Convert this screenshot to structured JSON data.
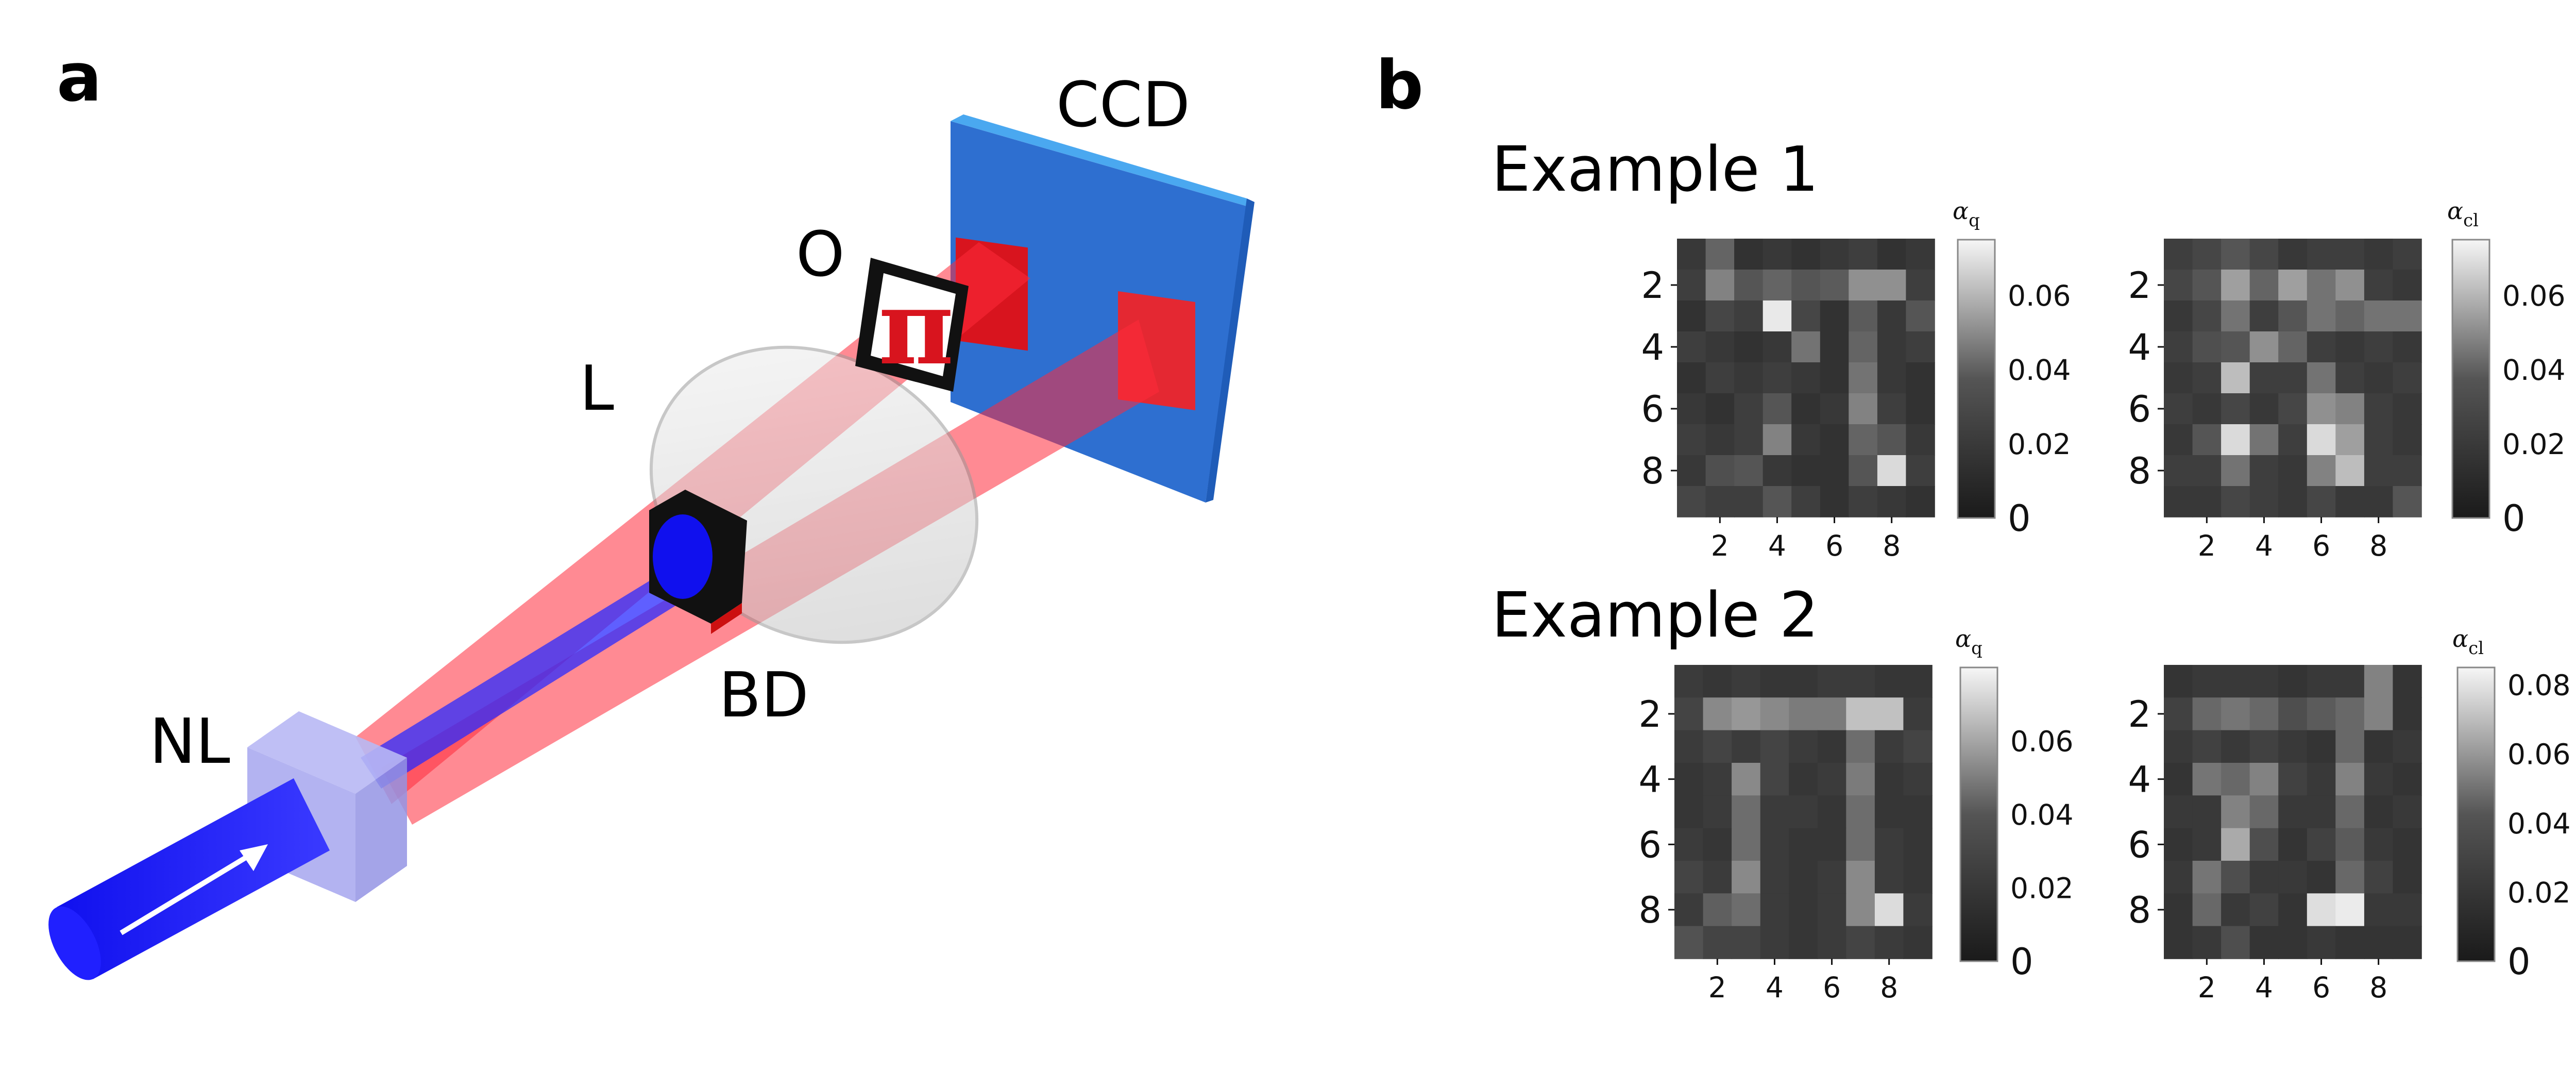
{
  "panel_a": {
    "letter": "a",
    "labels": {
      "ccd": "CCD",
      "o": "O",
      "l": "L",
      "bd": "BD",
      "nl": "NL"
    },
    "object_symbol": "π",
    "colors": {
      "pump": "#1f1fff",
      "signal": "#ff2a3a",
      "ccd": "#2e6fd0",
      "ccd_edge": "#4aa8f0"
    }
  },
  "panel_b": {
    "letter": "b",
    "example_1_title": "Example 1",
    "example_2_title": "Example 2"
  },
  "chart_data": [
    {
      "type": "heatmap",
      "panel": "Example 1 left",
      "colorbar_label": "αq",
      "colorbar_ticks": [
        "0",
        "0.02",
        "0.04",
        "0.06"
      ],
      "vmax": 0.075,
      "x_ticks": [
        "2",
        "4",
        "6",
        "8"
      ],
      "y_ticks": [
        "2",
        "4",
        "6",
        "8"
      ],
      "values": [
        [
          0.01,
          0.025,
          0.008,
          0.01,
          0.008,
          0.01,
          0.012,
          0.008,
          0.01
        ],
        [
          0.012,
          0.035,
          0.02,
          0.025,
          0.02,
          0.022,
          0.04,
          0.04,
          0.012
        ],
        [
          0.008,
          0.015,
          0.012,
          0.07,
          0.015,
          0.008,
          0.022,
          0.01,
          0.02
        ],
        [
          0.012,
          0.01,
          0.008,
          0.01,
          0.03,
          0.008,
          0.025,
          0.01,
          0.012
        ],
        [
          0.008,
          0.012,
          0.01,
          0.012,
          0.01,
          0.008,
          0.03,
          0.01,
          0.008
        ],
        [
          0.01,
          0.008,
          0.012,
          0.02,
          0.008,
          0.01,
          0.035,
          0.012,
          0.008
        ],
        [
          0.012,
          0.01,
          0.012,
          0.035,
          0.01,
          0.008,
          0.025,
          0.02,
          0.01
        ],
        [
          0.01,
          0.018,
          0.02,
          0.01,
          0.008,
          0.008,
          0.02,
          0.065,
          0.012
        ],
        [
          0.015,
          0.012,
          0.012,
          0.02,
          0.012,
          0.008,
          0.012,
          0.01,
          0.008
        ]
      ]
    },
    {
      "type": "heatmap",
      "panel": "Example 1 right",
      "colorbar_label": "αcl",
      "colorbar_ticks": [
        "0",
        "0.02",
        "0.04",
        "0.06"
      ],
      "vmax": 0.075,
      "x_ticks": [
        "2",
        "4",
        "6",
        "8"
      ],
      "y_ticks": [
        "2",
        "4",
        "6",
        "8"
      ],
      "values": [
        [
          0.012,
          0.015,
          0.02,
          0.015,
          0.01,
          0.012,
          0.012,
          0.01,
          0.012
        ],
        [
          0.015,
          0.02,
          0.045,
          0.025,
          0.045,
          0.03,
          0.04,
          0.012,
          0.01
        ],
        [
          0.01,
          0.015,
          0.03,
          0.012,
          0.02,
          0.03,
          0.025,
          0.03,
          0.03
        ],
        [
          0.012,
          0.018,
          0.02,
          0.04,
          0.025,
          0.012,
          0.01,
          0.012,
          0.01
        ],
        [
          0.01,
          0.012,
          0.055,
          0.012,
          0.012,
          0.03,
          0.012,
          0.01,
          0.012
        ],
        [
          0.012,
          0.01,
          0.015,
          0.01,
          0.015,
          0.04,
          0.035,
          0.012,
          0.01
        ],
        [
          0.01,
          0.02,
          0.065,
          0.03,
          0.012,
          0.065,
          0.045,
          0.012,
          0.01
        ],
        [
          0.012,
          0.012,
          0.03,
          0.012,
          0.01,
          0.035,
          0.055,
          0.012,
          0.012
        ],
        [
          0.01,
          0.01,
          0.015,
          0.012,
          0.01,
          0.015,
          0.01,
          0.01,
          0.02
        ]
      ]
    },
    {
      "type": "heatmap",
      "panel": "Example 2 left",
      "colorbar_label": "αq",
      "colorbar_ticks": [
        "0",
        "0.02",
        "0.04",
        "0.06"
      ],
      "vmax": 0.08,
      "x_ticks": [
        "2",
        "4",
        "6",
        "8"
      ],
      "y_ticks": [
        "2",
        "4",
        "6",
        "8"
      ],
      "values": [
        [
          0.012,
          0.01,
          0.012,
          0.01,
          0.01,
          0.012,
          0.012,
          0.01,
          0.01
        ],
        [
          0.015,
          0.04,
          0.045,
          0.04,
          0.035,
          0.035,
          0.06,
          0.06,
          0.012
        ],
        [
          0.012,
          0.015,
          0.012,
          0.015,
          0.012,
          0.01,
          0.03,
          0.012,
          0.015
        ],
        [
          0.01,
          0.012,
          0.04,
          0.015,
          0.01,
          0.012,
          0.035,
          0.01,
          0.012
        ],
        [
          0.01,
          0.012,
          0.03,
          0.012,
          0.012,
          0.01,
          0.03,
          0.01,
          0.01
        ],
        [
          0.012,
          0.01,
          0.03,
          0.012,
          0.01,
          0.01,
          0.03,
          0.012,
          0.01
        ],
        [
          0.015,
          0.012,
          0.04,
          0.012,
          0.01,
          0.012,
          0.04,
          0.012,
          0.01
        ],
        [
          0.012,
          0.025,
          0.03,
          0.012,
          0.01,
          0.012,
          0.04,
          0.07,
          0.012
        ],
        [
          0.02,
          0.015,
          0.015,
          0.012,
          0.01,
          0.012,
          0.015,
          0.012,
          0.01
        ]
      ]
    },
    {
      "type": "heatmap",
      "panel": "Example 2 right",
      "colorbar_label": "αcl",
      "colorbar_ticks": [
        "0",
        "0.02",
        "0.04",
        "0.06",
        "0.08"
      ],
      "vmax": 0.085,
      "x_ticks": [
        "2",
        "4",
        "6",
        "8"
      ],
      "y_ticks": [
        "2",
        "4",
        "6",
        "8"
      ],
      "values": [
        [
          0.01,
          0.012,
          0.012,
          0.012,
          0.01,
          0.012,
          0.012,
          0.04,
          0.01
        ],
        [
          0.015,
          0.03,
          0.035,
          0.03,
          0.02,
          0.025,
          0.03,
          0.04,
          0.01
        ],
        [
          0.012,
          0.015,
          0.012,
          0.015,
          0.012,
          0.01,
          0.03,
          0.01,
          0.012
        ],
        [
          0.01,
          0.035,
          0.03,
          0.04,
          0.015,
          0.012,
          0.04,
          0.012,
          0.01
        ],
        [
          0.012,
          0.012,
          0.04,
          0.03,
          0.012,
          0.012,
          0.03,
          0.01,
          0.012
        ],
        [
          0.01,
          0.012,
          0.055,
          0.02,
          0.01,
          0.015,
          0.025,
          0.012,
          0.01
        ],
        [
          0.012,
          0.035,
          0.02,
          0.012,
          0.012,
          0.01,
          0.03,
          0.015,
          0.01
        ],
        [
          0.01,
          0.03,
          0.012,
          0.015,
          0.01,
          0.075,
          0.08,
          0.012,
          0.012
        ],
        [
          0.01,
          0.012,
          0.02,
          0.01,
          0.01,
          0.012,
          0.01,
          0.01,
          0.01
        ]
      ]
    }
  ]
}
